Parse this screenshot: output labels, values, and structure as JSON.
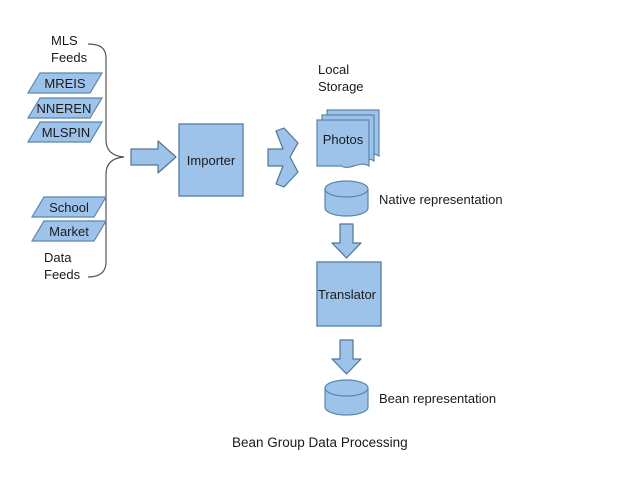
{
  "diagram": {
    "title": "Bean Group Data Processing",
    "colors": {
      "shape_fill": "#9DC3EB",
      "shape_stroke": "#5B86A8",
      "arrow_fill": "#9DC3EB",
      "arrow_stroke": "#4F7792",
      "bracket_stroke": "#555555",
      "text": "#1a1a1a",
      "background": "#ffffff"
    },
    "groups": [
      {
        "name": "mls-feeds",
        "label": "MLS\nFeeds",
        "label_line1": "MLS",
        "label_line2": "Feeds"
      },
      {
        "name": "data-feeds",
        "label": "Data\nFeeds",
        "label_line1": "Data",
        "label_line2": "Feeds"
      }
    ],
    "mls_sources": [
      {
        "label": "MREIS"
      },
      {
        "label": "NNEREN"
      },
      {
        "label": "MLSPIN"
      }
    ],
    "data_sources": [
      {
        "label": "School"
      },
      {
        "label": "Market"
      }
    ],
    "processes": [
      {
        "label": "Importer"
      },
      {
        "label": "Translator"
      }
    ],
    "storage": {
      "local_storage_label_line1": "Local",
      "local_storage_label_line2": "Storage",
      "photos_label": "Photos"
    },
    "databases": [
      {
        "label": "Native representation"
      },
      {
        "label": "Bean representation"
      }
    ]
  }
}
